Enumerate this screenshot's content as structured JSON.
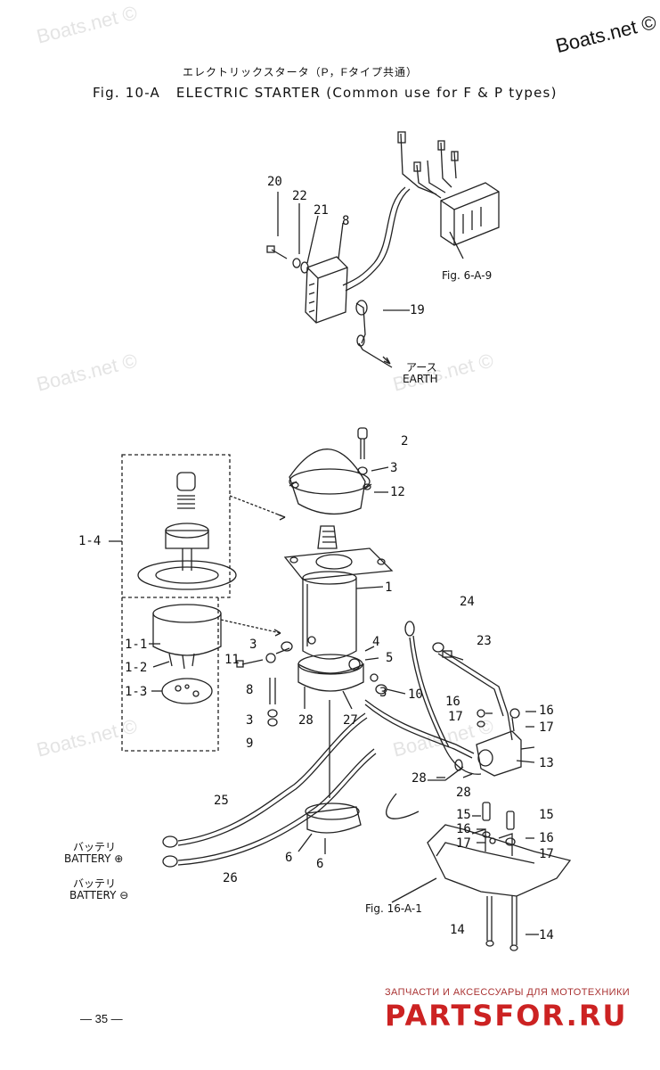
{
  "watermarks": [
    "Boats.net ©",
    "Boats.net ©",
    "Boats.net ©",
    "Boats.net ©",
    "Boats.net ©"
  ],
  "corner_watermark": "Boats.net ©",
  "header": {
    "jp_title": "エレクトリックスタータ（P，Fタイプ共通）",
    "fig_title": "Fig. 10-A   ELECTRIC STARTER (Common use for F & P types)"
  },
  "references": {
    "fig_6a9": "Fig. 6-A-9",
    "fig_16a1": "Fig. 16-A-1"
  },
  "earth": {
    "jp": "アース",
    "en": "EARTH"
  },
  "battery_plus": {
    "jp": "バッテリ",
    "en": "BATTERY ⊕"
  },
  "battery_minus": {
    "jp": "バッテリ",
    "en": "BATTERY ⊖"
  },
  "part_labels": {
    "p20": "20",
    "p22": "22",
    "p21": "21",
    "p8top": "8",
    "p19": "19",
    "p2": "2",
    "p3a": "3",
    "p12": "12",
    "p1_4": "1-4",
    "p1": "1",
    "p24": "24",
    "p23": "23",
    "p3b": "3",
    "p4": "4",
    "p5": "5",
    "p1_1": "1-1",
    "p11": "11",
    "p1_2": "1-2",
    "p1_3": "1-3",
    "p8mid": "8",
    "p3c": "3",
    "p10": "10",
    "p3d": "3",
    "p9": "9",
    "p28a": "28",
    "p27": "27",
    "p16a": "16",
    "p17a": "17",
    "p16b": "16",
    "p17b": "17",
    "p13": "13",
    "p28b": "28",
    "p28c": "28",
    "p15a": "15",
    "p15b": "15",
    "p16c": "16",
    "p16d": "16",
    "p17c": "17",
    "p17d": "17",
    "p25": "25",
    "p6a": "6",
    "p6b": "6",
    "p26": "26",
    "p14a": "14",
    "p14b": "14"
  },
  "footer": {
    "page_number": "— 35 —",
    "tagline": "ЗАПЧАСТИ И АКСЕССУАРЫ ДЛЯ МОТОТЕХНИКИ",
    "logo": "PARTSFOR.RU"
  }
}
